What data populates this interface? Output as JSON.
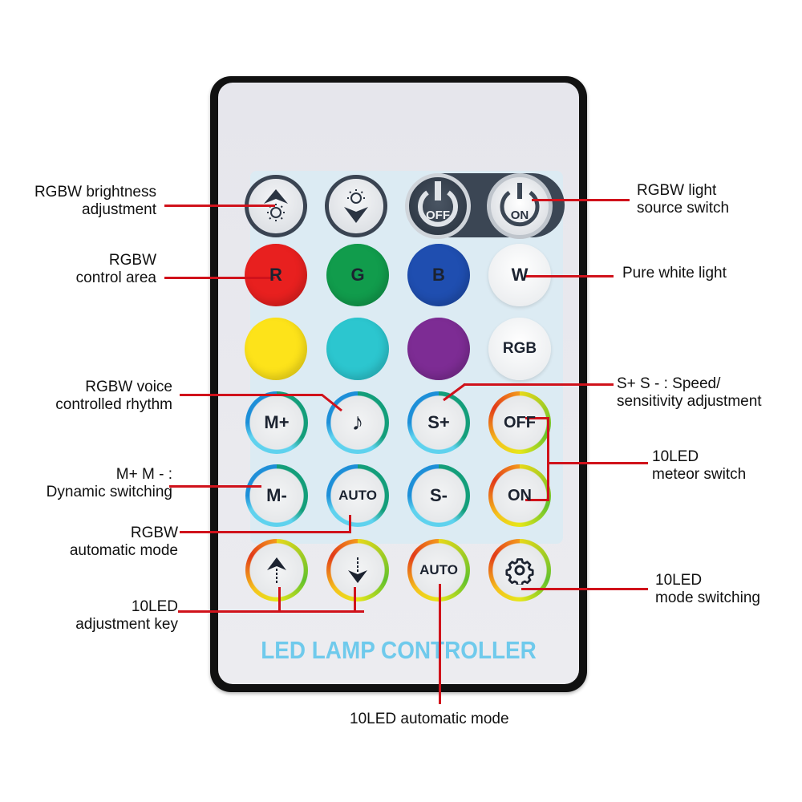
{
  "product": {
    "title": "LED LAMP CONTROLLER"
  },
  "buttons": {
    "row1": [
      {
        "id": "brightness-up",
        "icon": "brightness-up-icon"
      },
      {
        "id": "brightness-down",
        "icon": "brightness-down-icon"
      },
      {
        "id": "power-off",
        "label": "OFF",
        "icon": "power-icon"
      },
      {
        "id": "power-on",
        "label": "ON",
        "icon": "power-icon"
      }
    ],
    "row2": [
      {
        "id": "red",
        "label": "R",
        "color": "#e8201f"
      },
      {
        "id": "green",
        "label": "G",
        "color": "#119c4c"
      },
      {
        "id": "blue",
        "label": "B",
        "color": "#1f4eb0"
      },
      {
        "id": "white",
        "label": "W",
        "color": "#f4f5f6"
      }
    ],
    "row3": [
      {
        "id": "yellow",
        "color": "#fde31a"
      },
      {
        "id": "cyan",
        "color": "#2cc6cf"
      },
      {
        "id": "purple",
        "color": "#7d2c94"
      },
      {
        "id": "rgb",
        "label": "RGB",
        "color": "#f4f5f6"
      }
    ],
    "row4": [
      {
        "id": "m-plus",
        "label": "M+"
      },
      {
        "id": "music",
        "label": "♪",
        "icon": "music-note-icon"
      },
      {
        "id": "s-plus",
        "label": "S+"
      },
      {
        "id": "meteor-off",
        "label": "OFF"
      }
    ],
    "row5": [
      {
        "id": "m-minus",
        "label": "M-"
      },
      {
        "id": "rgbw-auto",
        "label": "AUTO"
      },
      {
        "id": "s-minus",
        "label": "S-"
      },
      {
        "id": "meteor-on",
        "label": "ON"
      }
    ],
    "row6": [
      {
        "id": "led-up",
        "icon": "arrow-up-icon"
      },
      {
        "id": "led-down",
        "icon": "arrow-down-icon"
      },
      {
        "id": "led-auto",
        "label": "AUTO"
      },
      {
        "id": "led-mode",
        "icon": "gear-icon"
      }
    ]
  },
  "annotations": {
    "brightness": [
      "RGBW brightness",
      "adjustment"
    ],
    "control_area": [
      "RGBW",
      "control area"
    ],
    "voice": [
      "RGBW voice",
      "controlled rhythm"
    ],
    "dynamic": [
      "M+  M - :",
      "Dynamic switching"
    ],
    "rgbw_auto": [
      "RGBW",
      "automatic mode"
    ],
    "led_adjust": [
      "10LED",
      "adjustment key"
    ],
    "light_source": [
      "RGBW light",
      "source switch"
    ],
    "pure_white": [
      "Pure white light"
    ],
    "speed": [
      "S+  S - : Speed/",
      "sensitivity adjustment"
    ],
    "meteor": [
      "10LED",
      "meteor switch"
    ],
    "mode_switch": [
      "10LED",
      "mode switching"
    ],
    "led_auto": [
      "10LED automatic mode"
    ]
  },
  "colors": {
    "annotation_line": "#d0121b",
    "title_text": "#6fcaec"
  }
}
